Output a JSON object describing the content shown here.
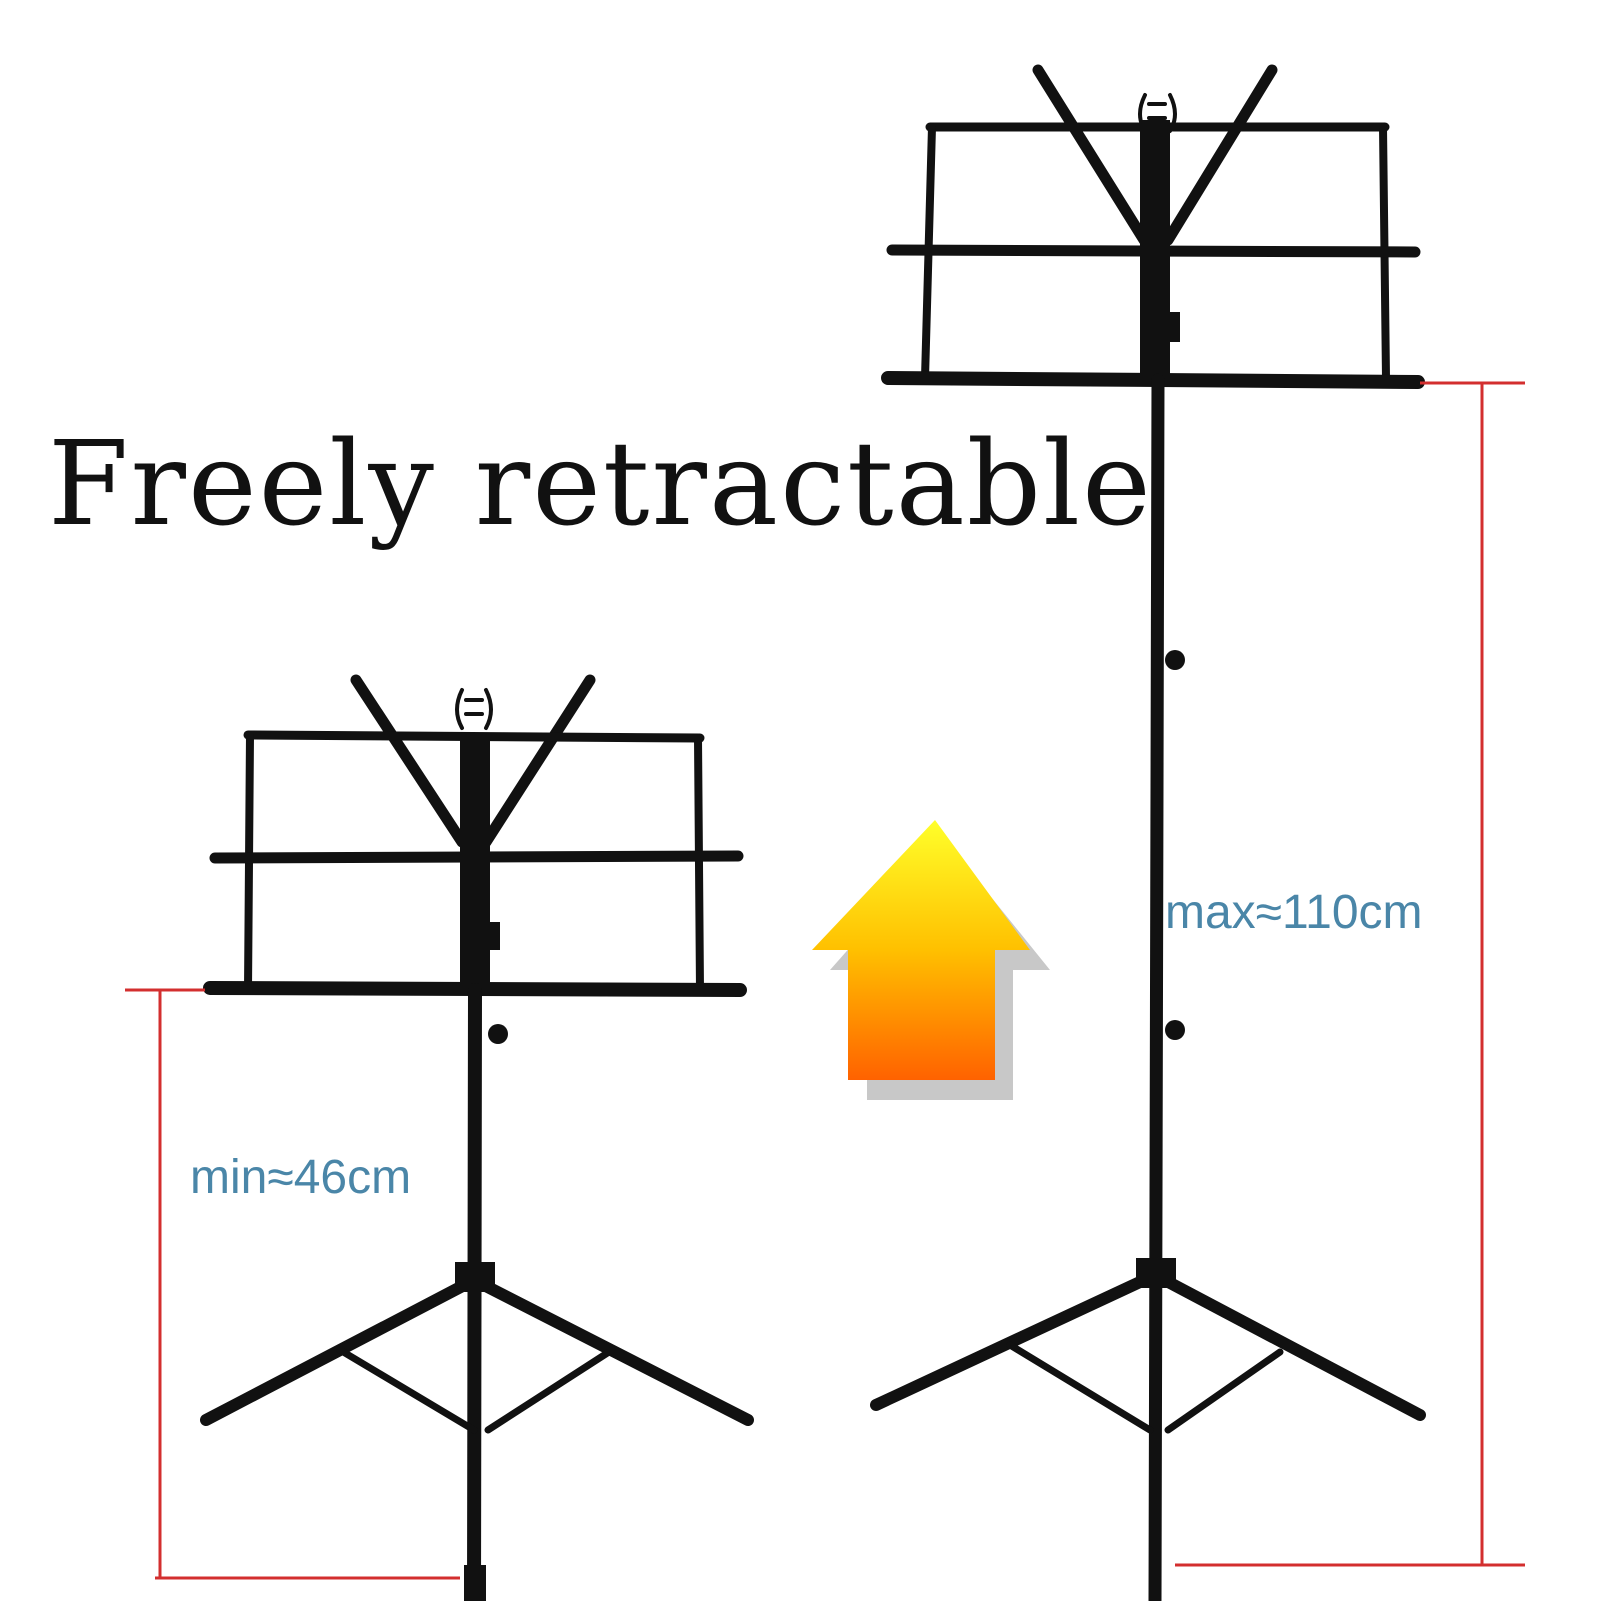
{
  "headline": "Freely retractable",
  "min_label": "min≈46cm",
  "max_label": "max≈110cm",
  "colors": {
    "dimension_line": "#d32f2f",
    "dimension_text": "#4a86a8",
    "stand": "#111111",
    "arrow_top": "#ffff00",
    "arrow_bottom": "#ff6a00"
  },
  "icons": {
    "arrow": "up-arrow-icon"
  }
}
